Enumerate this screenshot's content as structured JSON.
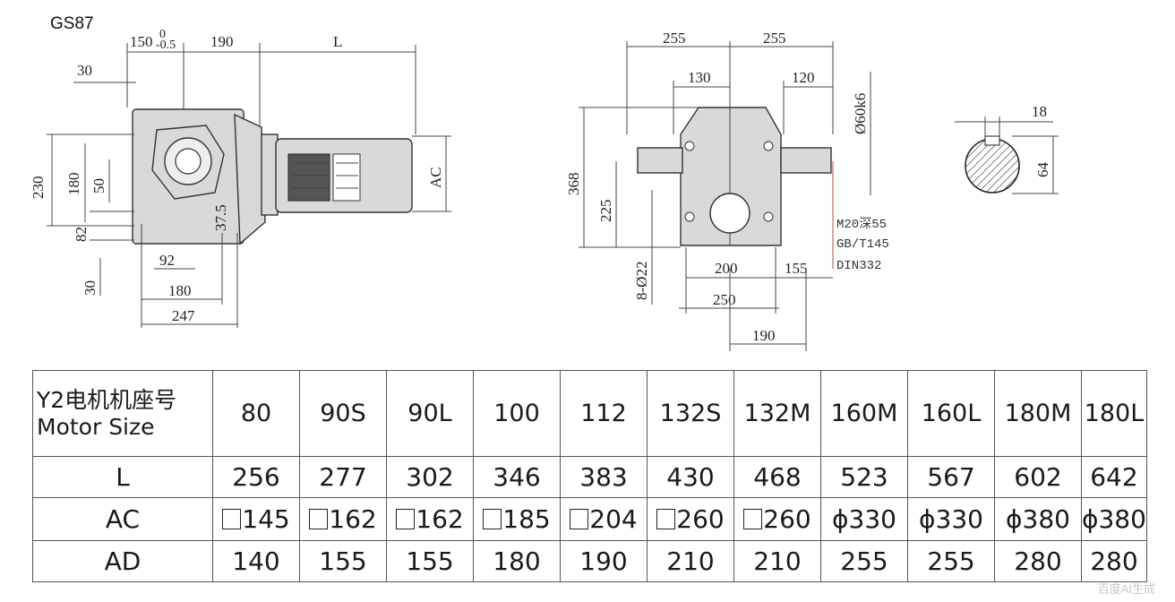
{
  "model": "GS87",
  "side_view": {
    "dims": {
      "d150": "150",
      "tol_upper": "0",
      "tol_lower": "-0.5",
      "d190": "190",
      "dL": "L",
      "d30_top": "30",
      "d230": "230",
      "d180_v": "180",
      "d50": "50",
      "d82": "82",
      "d30_bottom": "30",
      "d37_5": "37.5",
      "d92": "92",
      "d180_h": "180",
      "d247": "247",
      "dAC": "AC"
    }
  },
  "front_view": {
    "dims": {
      "d255_left": "255",
      "d255_right": "255",
      "d130": "130",
      "d120": "120",
      "d60k6": "Ø60k6",
      "d368": "368",
      "d225": "225",
      "d8_22": "8-Ø22",
      "d200": "200",
      "d155": "155",
      "d250": "250",
      "d190": "190"
    },
    "notes": [
      "M20深55",
      "GB/T145",
      "DIN332"
    ]
  },
  "shaft_section": {
    "dims": {
      "d18": "18",
      "d64": "64"
    }
  },
  "table": {
    "header_line1": "Y2电机机座号",
    "header_line2": "Motor Size",
    "sizes": [
      "80",
      "90S",
      "90L",
      "100",
      "112",
      "132S",
      "132M",
      "160M",
      "160L",
      "180M",
      "180L"
    ],
    "rows": [
      {
        "label": "L",
        "values": [
          "256",
          "277",
          "302",
          "346",
          "383",
          "430",
          "468",
          "523",
          "567",
          "602",
          "642"
        ]
      },
      {
        "label": "AC",
        "values": [
          "145",
          "162",
          "162",
          "185",
          "204",
          "260",
          "260",
          "ϕ330",
          "ϕ330",
          "ϕ380",
          "ϕ380"
        ],
        "square_prefix": [
          true,
          true,
          true,
          true,
          true,
          true,
          true,
          false,
          false,
          false,
          false
        ]
      },
      {
        "label": "AD",
        "values": [
          "140",
          "155",
          "155",
          "180",
          "190",
          "210",
          "210",
          "255",
          "255",
          "280",
          "280"
        ]
      }
    ]
  },
  "watermark": "百度AI生成"
}
